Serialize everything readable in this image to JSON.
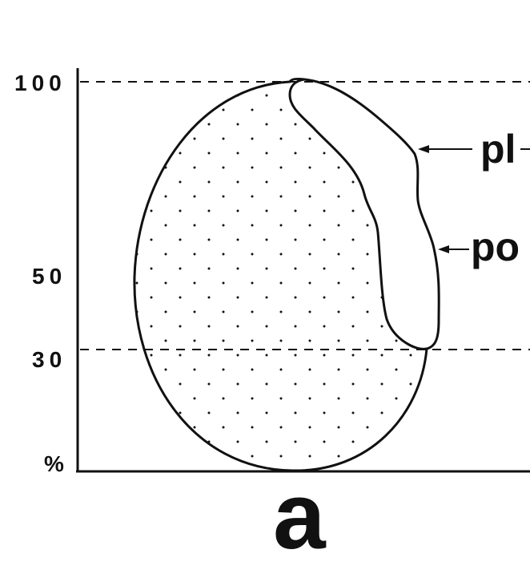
{
  "diagram": {
    "y_axis": {
      "ticks": [
        {
          "id": "100",
          "label": "100"
        },
        {
          "id": "50",
          "label": "50"
        },
        {
          "id": "30",
          "label": "30"
        },
        {
          "id": "pct",
          "label": "%"
        }
      ]
    },
    "callouts": {
      "pl": "pl",
      "po": "po"
    },
    "panel_label": "a",
    "colors": {
      "ink": "#111111",
      "background": "#ffffff"
    },
    "fill_pattern": "dotted"
  }
}
